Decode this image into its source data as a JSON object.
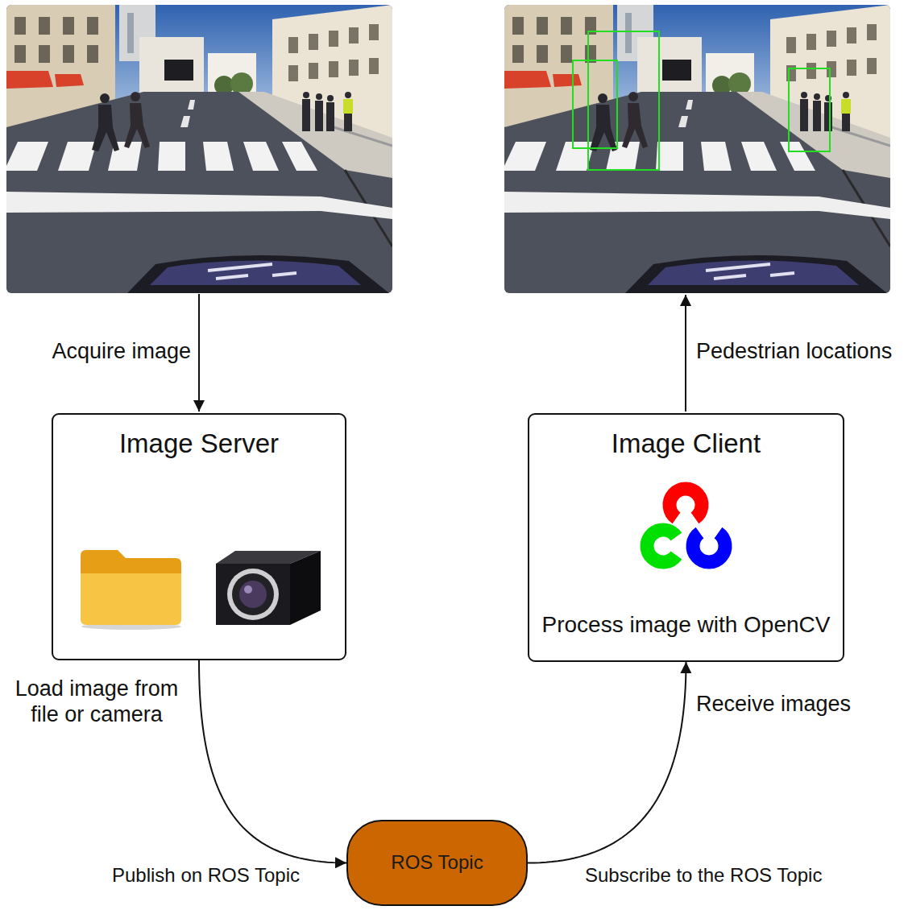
{
  "diagram": {
    "nodes": [
      {
        "text": [
          "Image Server"
        ]
      },
      {
        "text": [
          "Image Client",
          "Process image with OpenCV"
        ]
      },
      {
        "text": [
          "ROS Topic"
        ]
      }
    ],
    "edges": [
      {
        "from": 0,
        "to": 2,
        "arrow": "to",
        "label": "Publish on ROS Topic"
      },
      {
        "from": 2,
        "to": 1,
        "arrow": "to",
        "label": "Subscribe to the ROS Topic"
      }
    ],
    "labels": [
      "Acquire image",
      "Pedestrian locations",
      "Load image from file or camera",
      "Receive images"
    ]
  }
}
